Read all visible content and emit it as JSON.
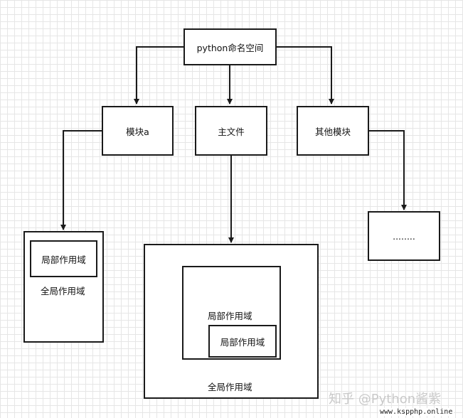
{
  "nodes": {
    "root": "python命名空间",
    "module_a": "模块a",
    "main_file": "主文件",
    "other_modules": "其他模块",
    "ellipsis": "........",
    "local_scope_a": "局部作用域",
    "global_scope_a": "全局作用域",
    "local_scope_main_outer": "局部作用域",
    "local_scope_main_inner": "局部作用域",
    "global_scope_main": "全局作用域"
  },
  "watermark": {
    "brand": "知乎 @Python酱紫",
    "url": "www.kspphp.online"
  }
}
